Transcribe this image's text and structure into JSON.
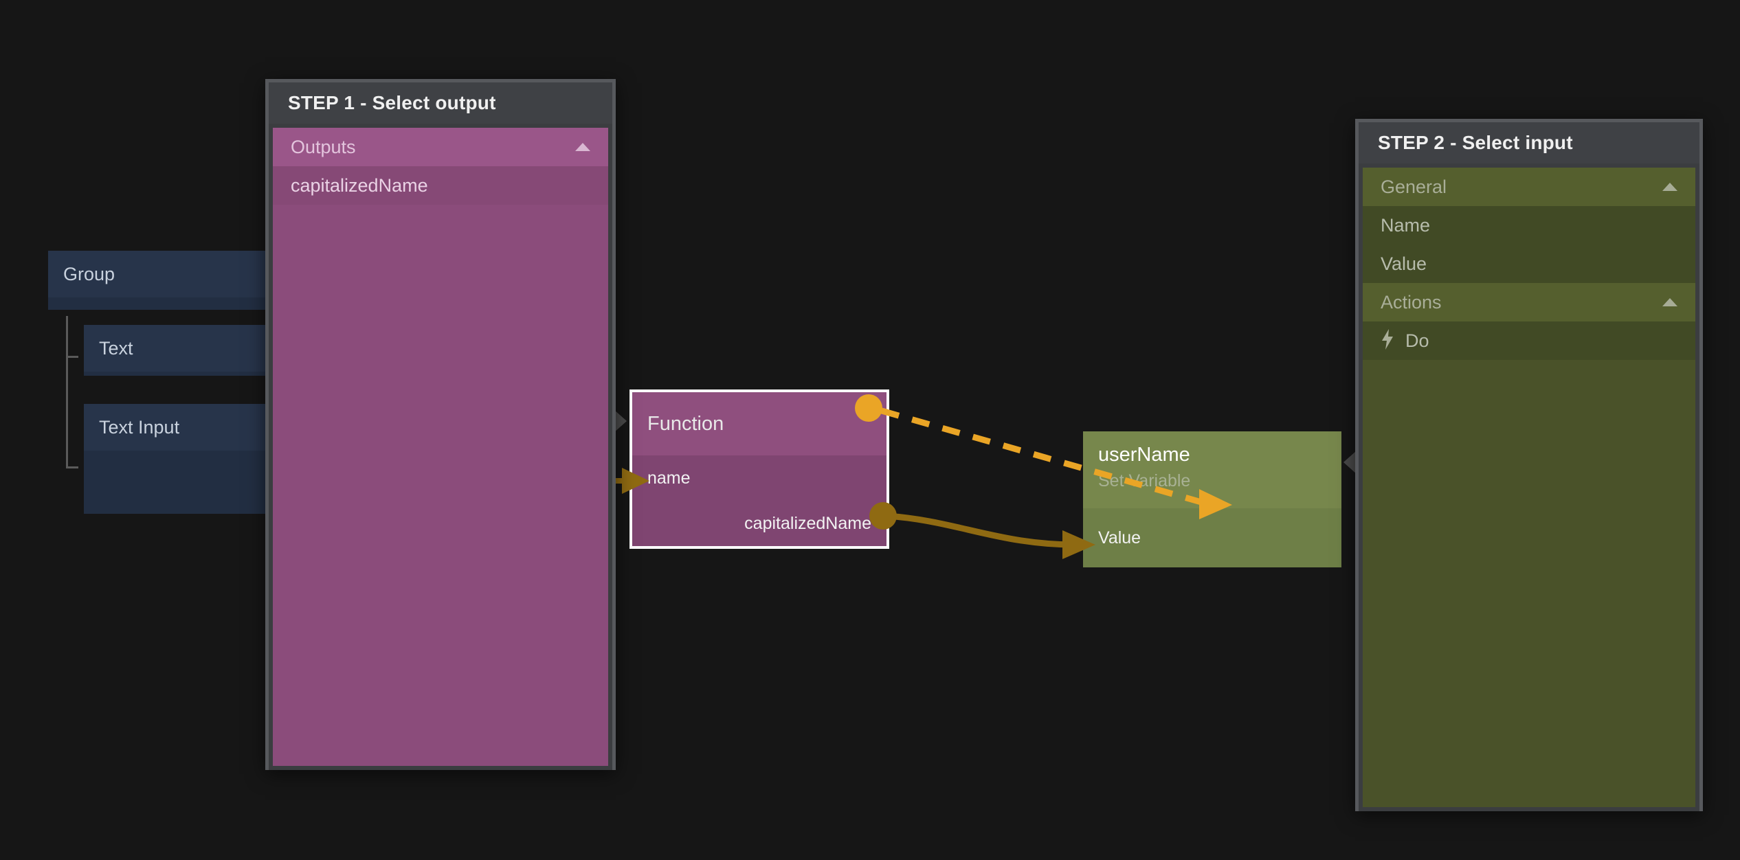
{
  "canvas": {
    "background": "#161616",
    "nodes": [
      {
        "id": "group",
        "title": "Group",
        "kind": "blue"
      },
      {
        "id": "text",
        "title": "Text",
        "kind": "blue"
      },
      {
        "id": "text_input",
        "title": "Text Input",
        "kind": "blue"
      },
      {
        "id": "function",
        "title": "Function",
        "kind": "purple",
        "input_label": "name",
        "output_label": "capitalizedName",
        "selected": true
      },
      {
        "id": "set_variable",
        "title": "userName",
        "subtitle": "Set Variable",
        "kind": "green",
        "input_label": "Value"
      }
    ]
  },
  "step1": {
    "header": "STEP 1 - Select output",
    "accent": "#8b4c7b",
    "groups": [
      {
        "label": "Outputs",
        "collapse_icon": "caret-up-icon",
        "items": [
          {
            "label": "capitalizedName"
          }
        ]
      }
    ]
  },
  "step2": {
    "header": "STEP 2 - Select input",
    "accent": "#4a5229",
    "groups": [
      {
        "label": "General",
        "collapse_icon": "caret-up-icon",
        "items": [
          {
            "label": "Name"
          },
          {
            "label": "Value"
          }
        ]
      },
      {
        "label": "Actions",
        "collapse_icon": "caret-up-icon",
        "items": [
          {
            "label": "Do",
            "icon": "lightning-bolt-icon",
            "glyph": "⚡"
          }
        ]
      }
    ]
  },
  "connections": {
    "dragging_link_color": "#eaa526",
    "established_link_color": "#8f6a12",
    "port_active_color": "#eaa526",
    "port_idle_color": "#8f6a12"
  }
}
